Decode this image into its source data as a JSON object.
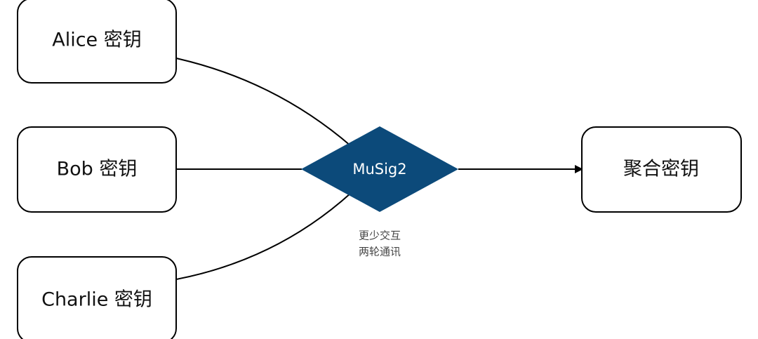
{
  "nodes": {
    "alice": {
      "label": "Alice 密钥"
    },
    "bob": {
      "label": "Bob 密钥"
    },
    "charlie": {
      "label": "Charlie 密钥"
    },
    "aggregate": {
      "label": "聚合密钥"
    }
  },
  "hub": {
    "label": "MuSig2",
    "color": "#0c4a7a"
  },
  "note": {
    "line1": "更少交互",
    "line2": "两轮通讯"
  },
  "colors": {
    "stroke": "#000000",
    "box_fill": "#ffffff",
    "hub_text": "#ffffff",
    "note_text": "#444444"
  }
}
